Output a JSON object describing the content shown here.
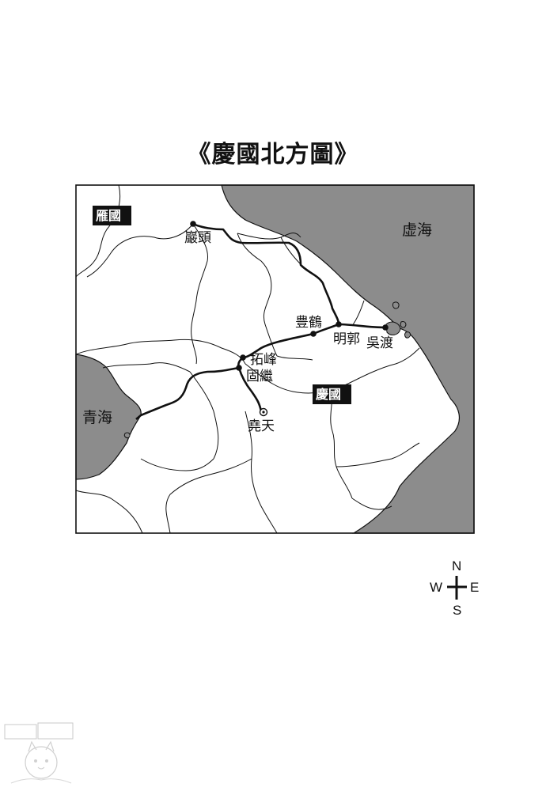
{
  "title": "《慶國北方圖》",
  "seas": [
    {
      "name": "虚海"
    },
    {
      "name": "青海"
    }
  ],
  "countries": [
    {
      "name": "雁國"
    },
    {
      "name": "慶國"
    }
  ],
  "places": [
    {
      "name": "巖頭"
    },
    {
      "name": "豊鶴"
    },
    {
      "name": "明郭"
    },
    {
      "name": "吳渡"
    },
    {
      "name": "拓峰"
    },
    {
      "name": "固繼"
    },
    {
      "name": "堯天"
    }
  ],
  "compass": {
    "n": "N",
    "s": "S",
    "e": "E",
    "w": "W"
  },
  "colors": {
    "sea": "#8c8c8c",
    "land": "#ffffff",
    "line": "#111111"
  }
}
